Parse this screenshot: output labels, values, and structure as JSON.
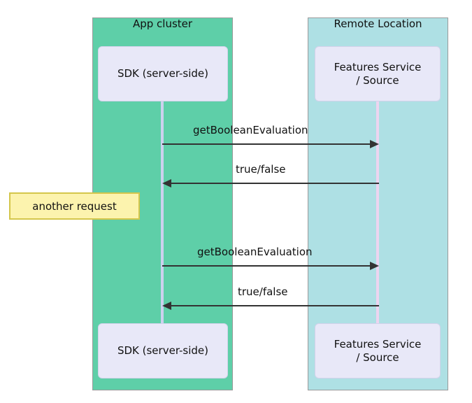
{
  "diagram": {
    "type": "sequence-diagram",
    "background": "#ffffff",
    "groups": [
      {
        "id": "app-cluster",
        "title": "App cluster",
        "color": "#5ecfa8",
        "border_color": "#9a9a9a"
      },
      {
        "id": "remote-location",
        "title": "Remote Location",
        "color": "#aee0e4",
        "border_color": "#9a9a9a"
      }
    ],
    "participants": {
      "sdk_top": "SDK (server-side)",
      "sdk_bottom": "SDK (server-side)",
      "features_top_line1": "Features Service",
      "features_top_line2": "/ Source",
      "features_bottom_line1": "Features Service",
      "features_bottom_line2": "/ Source",
      "box_fill": "#e8e8f8",
      "box_border": "#d2d2ea"
    },
    "lifelines": {
      "left_color": "#ccd1ee",
      "right_color": "#edd4f0"
    },
    "messages": [
      {
        "id": "msg-1",
        "label": "getBooleanEvaluation",
        "direction": "right",
        "from": "sdk",
        "to": "features-service"
      },
      {
        "id": "msg-2",
        "label": "true/false",
        "direction": "left",
        "from": "features-service",
        "to": "sdk"
      },
      {
        "id": "msg-3",
        "label": "getBooleanEvaluation",
        "direction": "right",
        "from": "sdk",
        "to": "features-service"
      },
      {
        "id": "msg-4",
        "label": "true/false",
        "direction": "left",
        "from": "features-service",
        "to": "sdk"
      }
    ],
    "note": {
      "text": "another request",
      "fill": "#fcf3ae",
      "border": "#d4c64c"
    },
    "arrow_color": "#333333",
    "text_color": "#111111"
  }
}
